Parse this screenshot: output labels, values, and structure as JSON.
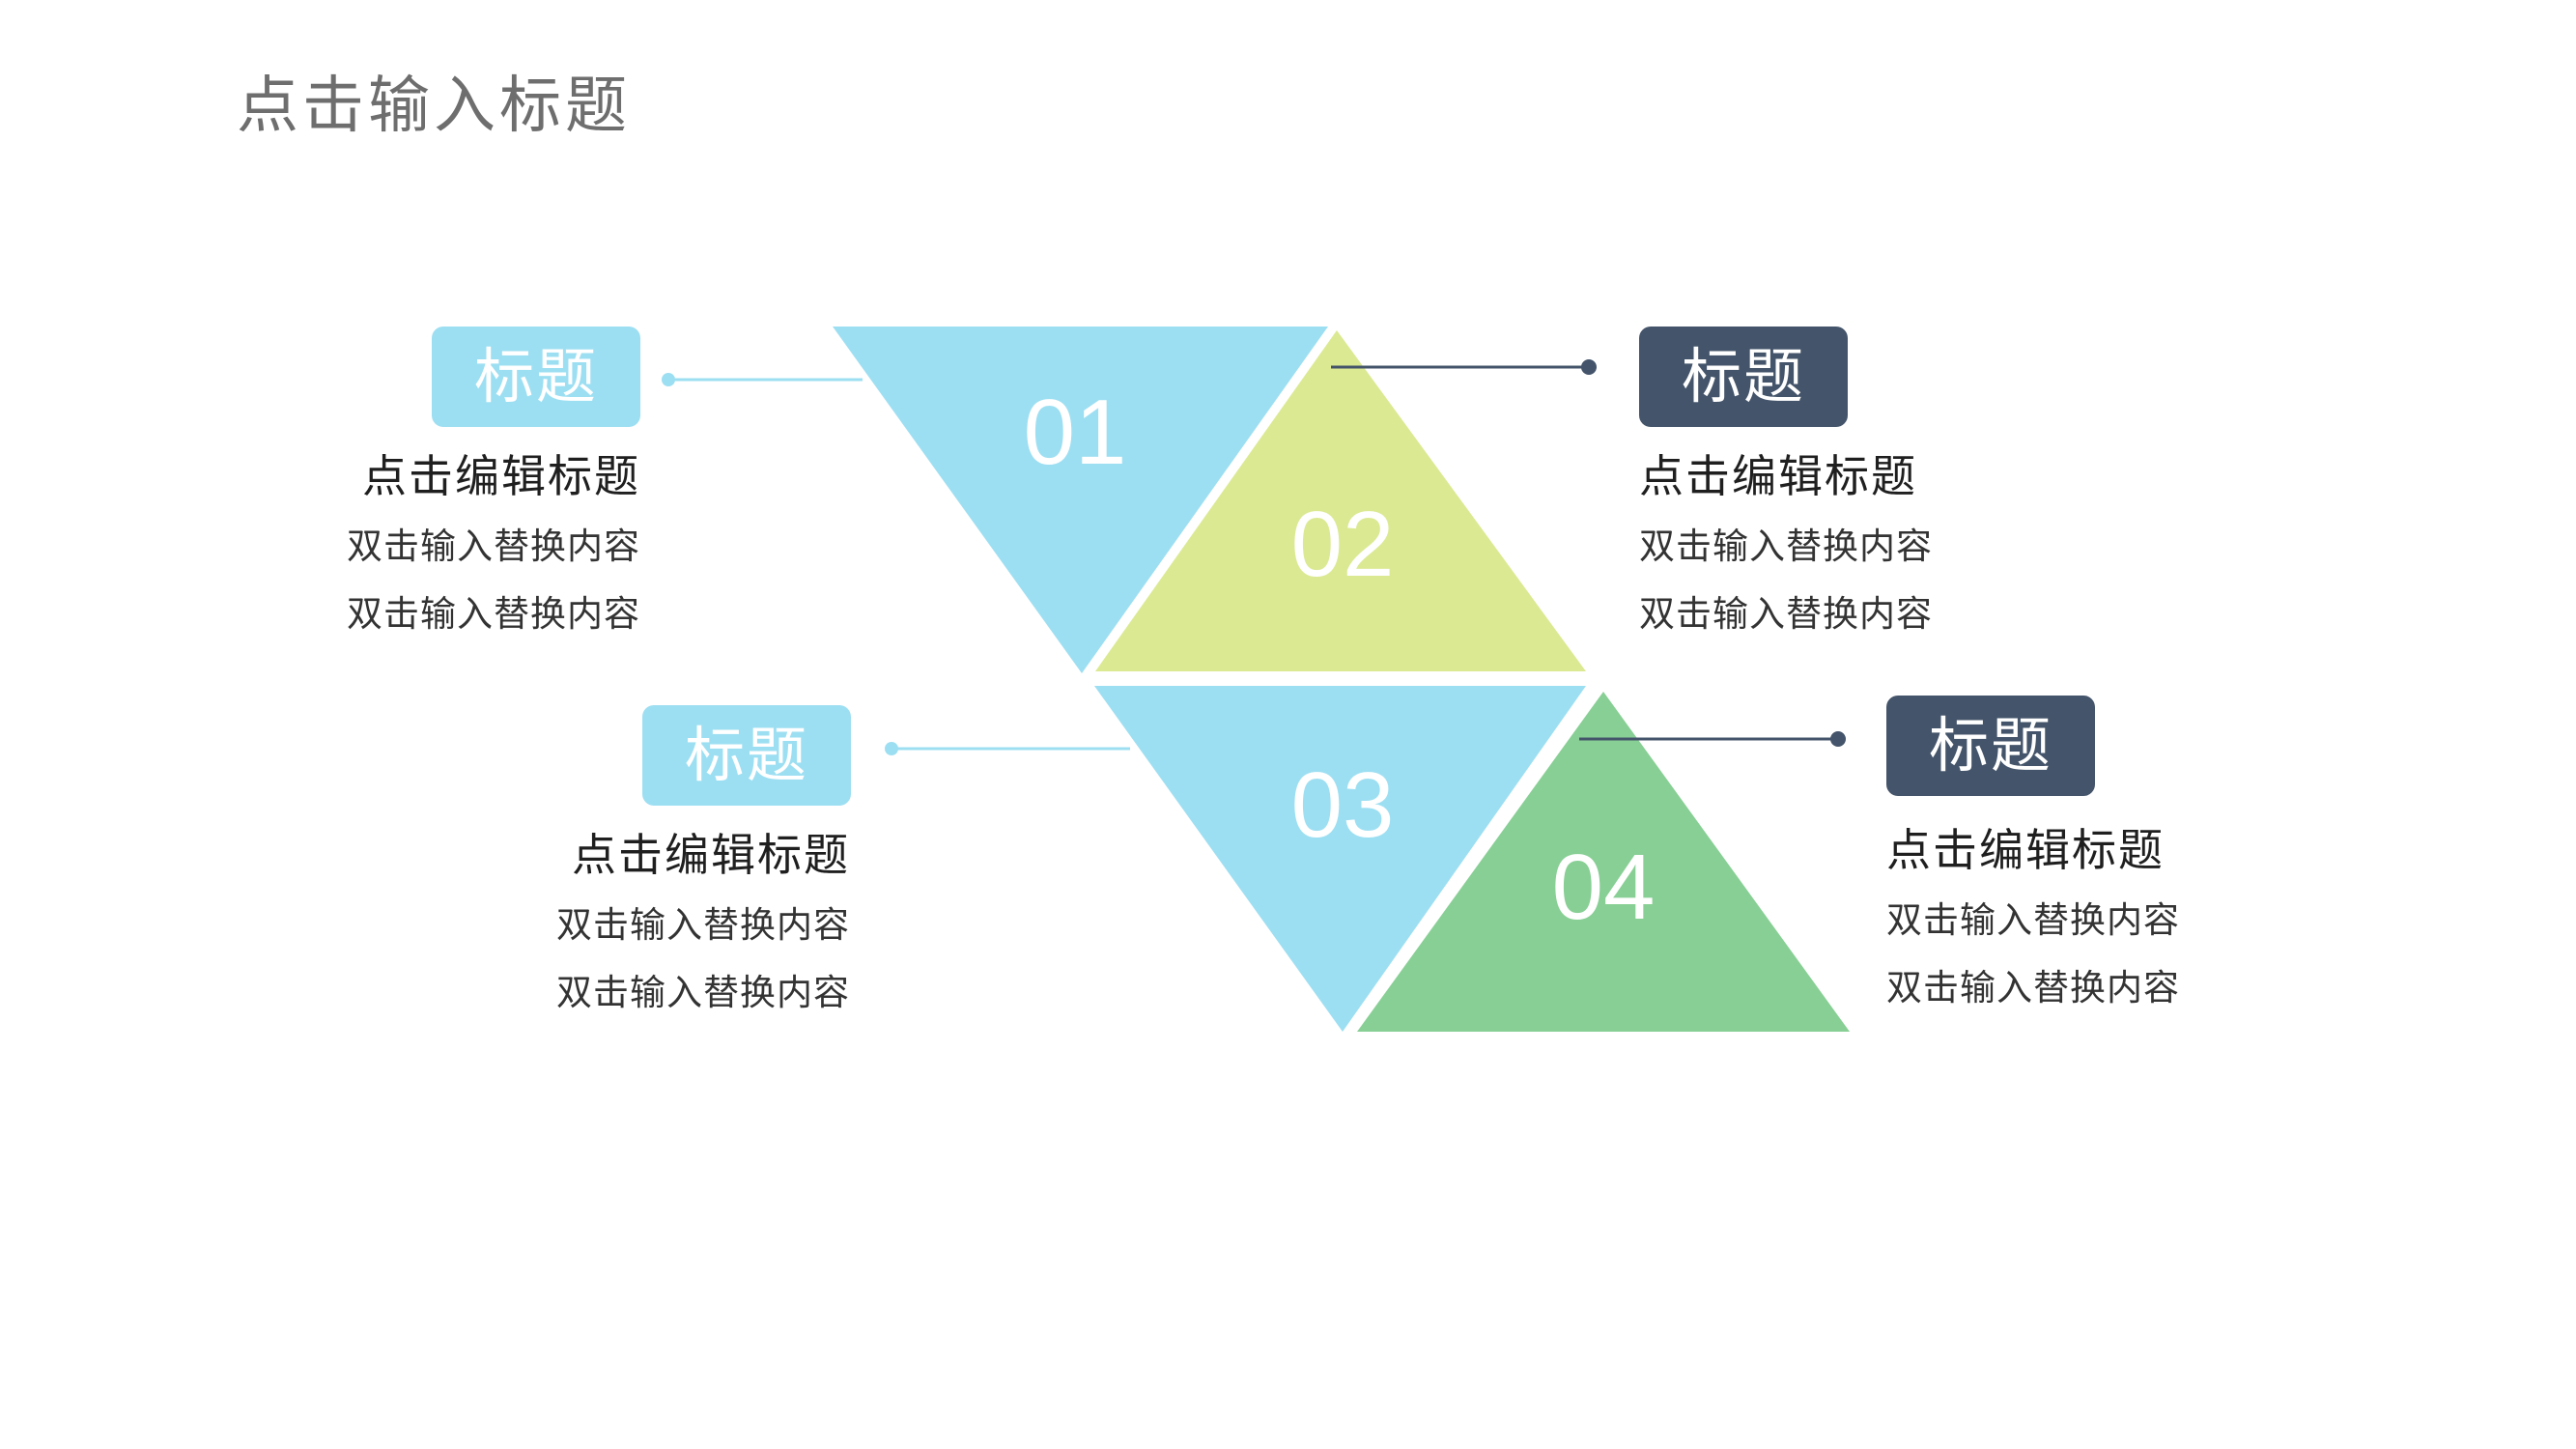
{
  "title": "点击输入标题",
  "colors": {
    "light_blue": "#9ddff2",
    "yellow_green": "#dce993",
    "green": "#88cf95",
    "dark_slate": "#44546a",
    "title_gray": "#6e6e6e"
  },
  "items": [
    {
      "number": "01",
      "tag": "标题",
      "heading": "点击编辑标题",
      "lines": [
        "双击输入替换内容",
        "双击输入替换内容"
      ]
    },
    {
      "number": "02",
      "tag": "标题",
      "heading": "点击编辑标题",
      "lines": [
        "双击输入替换内容",
        "双击输入替换内容"
      ]
    },
    {
      "number": "03",
      "tag": "标题",
      "heading": "点击编辑标题",
      "lines": [
        "双击输入替换内容",
        "双击输入替换内容"
      ]
    },
    {
      "number": "04",
      "tag": "标题",
      "heading": "点击编辑标题",
      "lines": [
        "双击输入替换内容",
        "双击输入替换内容"
      ]
    }
  ]
}
